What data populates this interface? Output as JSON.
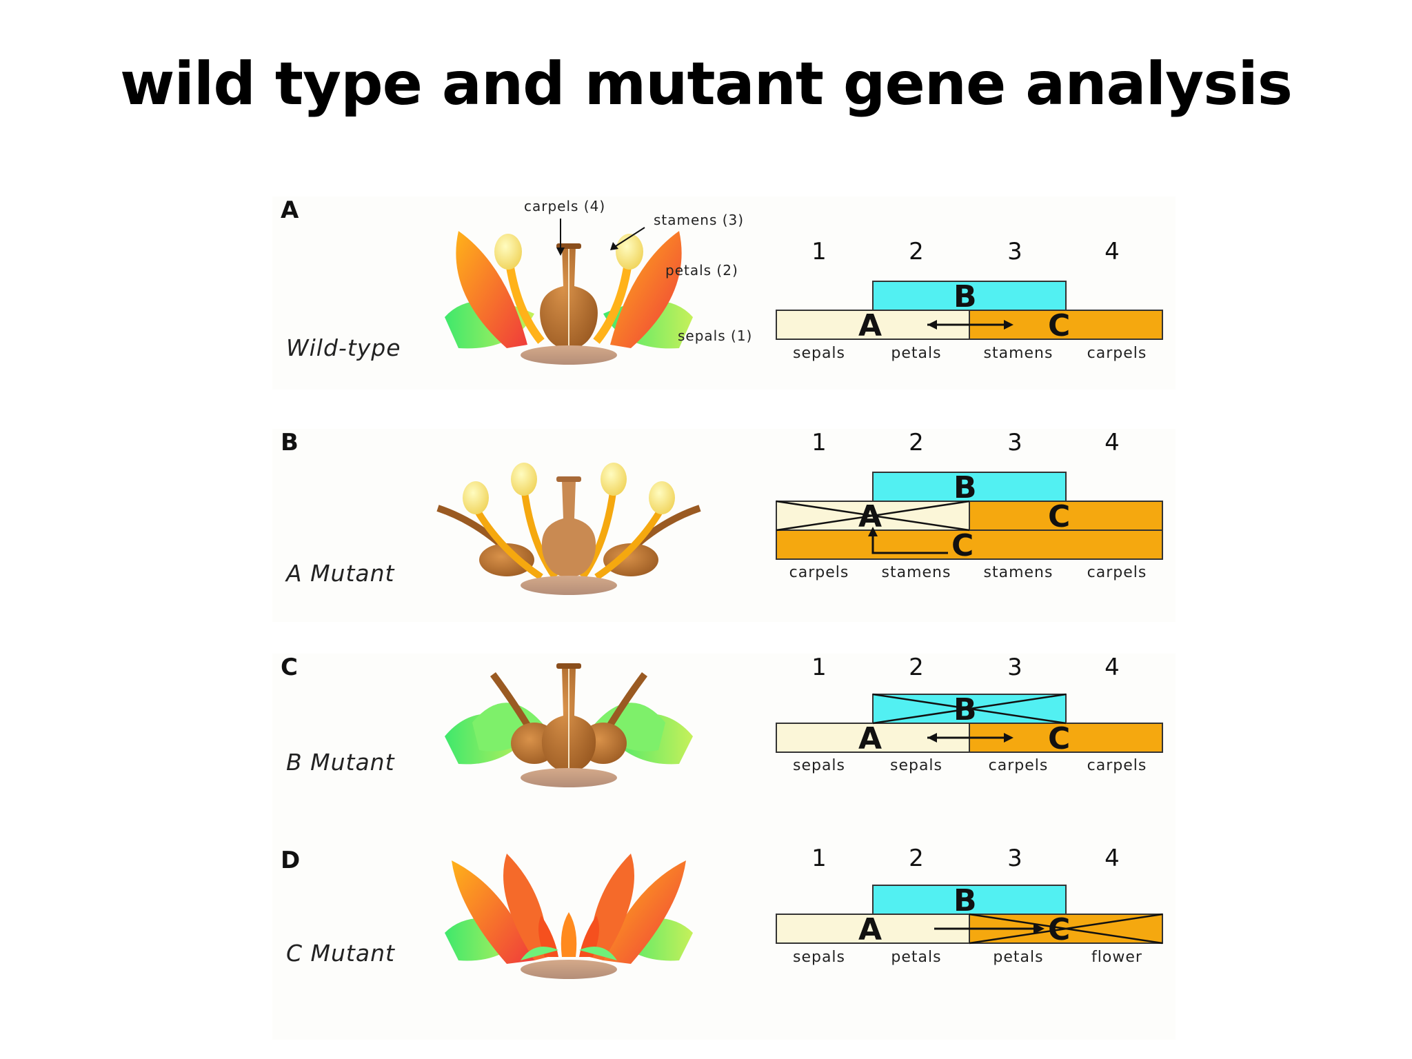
{
  "title": "wild type and mutant gene analysis",
  "whorls": [
    "1",
    "2",
    "3",
    "4"
  ],
  "gene_labels": {
    "a": "A",
    "b": "B",
    "c": "C"
  },
  "flower_labels": {
    "carpels": "carpels (4)",
    "stamens": "stamens (3)",
    "petals": "petals (2)",
    "sepals": "sepals (1)"
  },
  "panels": [
    {
      "letter": "A",
      "genotype": "Wild-type",
      "organs": [
        "sepals",
        "petals",
        "stamens",
        "carpels"
      ]
    },
    {
      "letter": "B",
      "genotype": "A Mutant",
      "organs": [
        "carpels",
        "stamens",
        "stamens",
        "carpels"
      ]
    },
    {
      "letter": "C",
      "genotype": "B Mutant",
      "organs": [
        "sepals",
        "sepals",
        "carpels",
        "carpels"
      ]
    },
    {
      "letter": "D",
      "genotype": "C Mutant",
      "organs": [
        "sepals",
        "petals",
        "petals",
        "flower"
      ]
    }
  ],
  "colors": {
    "a_class": "#fbf6d8",
    "b_class": "#52f0f2",
    "c_class": "#f5a80f"
  }
}
